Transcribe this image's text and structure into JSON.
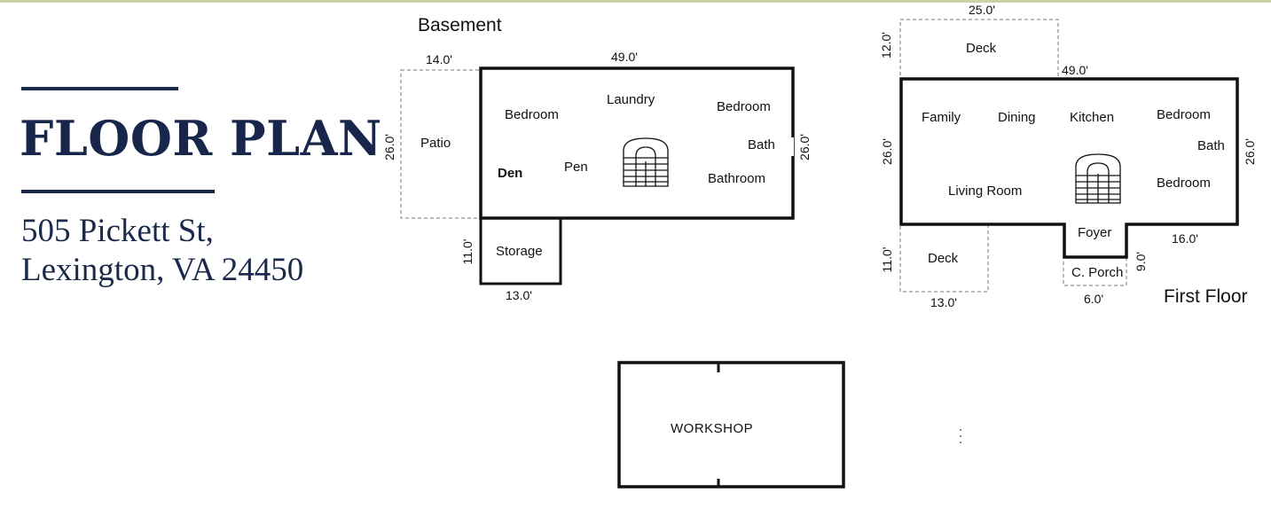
{
  "header": {
    "title": "FLOOR PLAN",
    "address_line1": "505 Pickett St,",
    "address_line2": "Lexington, VA 24450"
  },
  "basement": {
    "heading": "Basement",
    "rooms": {
      "bedroom_left": "Bedroom",
      "laundry": "Laundry",
      "bedroom_right": "Bedroom",
      "bath": "Bath",
      "den": "Den",
      "pen": "Pen",
      "bathroom": "Bathroom",
      "patio": "Patio",
      "storage": "Storage"
    },
    "dimensions": {
      "patio_width": "14.0'",
      "main_width": "49.0'",
      "patio_depth": "26.0'",
      "main_depth": "26.0'",
      "storage_depth": "11.0'",
      "storage_width": "13.0'"
    }
  },
  "first_floor": {
    "heading": "First Floor",
    "rooms": {
      "deck_top": "Deck",
      "family": "Family",
      "dining": "Dining",
      "kitchen": "Kitchen",
      "bedroom_top": "Bedroom",
      "bath": "Bath",
      "living_room": "Living Room",
      "bedroom_bottom": "Bedroom",
      "foyer": "Foyer",
      "deck_bottom": "Deck",
      "porch": "C. Porch"
    },
    "dimensions": {
      "deck_top_width": "25.0'",
      "deck_top_depth": "12.0'",
      "main_width": "49.0'",
      "left_depth": "26.0'",
      "right_depth": "26.0'",
      "deck_bottom_depth": "11.0'",
      "deck_bottom_width": "13.0'",
      "porch_depth": "9.0'",
      "porch_width": "6.0'",
      "right_wing_width": "16.0'"
    }
  },
  "workshop": {
    "label": "WORKSHOP"
  },
  "colors": {
    "navy": "#17264a",
    "wall": "#111111",
    "dashed": "#777777"
  }
}
